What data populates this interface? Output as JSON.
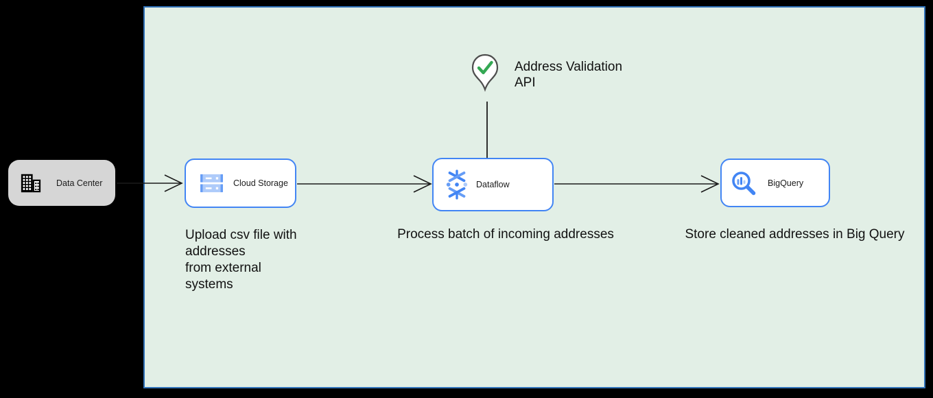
{
  "colors": {
    "background": "#000000",
    "zone_fill": "#e2efe6",
    "zone_border": "#3273ba",
    "node_border": "#4285f4",
    "node_fill": "#ffffff",
    "datacenter_fill": "#d6d6d6",
    "arrow": "#1a1a1a",
    "pin_outline": "#4d4d4d",
    "check_green": "#34a853",
    "icon_blue_dark": "#4285f4",
    "icon_blue_mid": "#669df6",
    "icon_blue_light": "#aecbfa"
  },
  "nodes": {
    "datacenter": {
      "label": "Data Center",
      "icon": "building-icon"
    },
    "cloud_storage": {
      "label": "Cloud Storage",
      "icon": "cloud-storage-icon",
      "caption": "Upload csv file with\naddresses\nfrom external\nsystems"
    },
    "dataflow": {
      "label": "Dataflow",
      "icon": "dataflow-icon",
      "caption": "Process batch of incoming addresses"
    },
    "bigquery": {
      "label": "BigQuery",
      "icon": "bigquery-icon",
      "caption": "Store cleaned addresses in Big Query"
    }
  },
  "annotation": {
    "label": "Address Validation\nAPI",
    "icon": "location-pin-check-icon"
  },
  "edges": [
    {
      "from": "datacenter",
      "to": "cloud_storage"
    },
    {
      "from": "cloud_storage",
      "to": "dataflow"
    },
    {
      "from": "dataflow",
      "to": "bigquery"
    },
    {
      "from": "address_validation_api",
      "to": "dataflow"
    }
  ]
}
